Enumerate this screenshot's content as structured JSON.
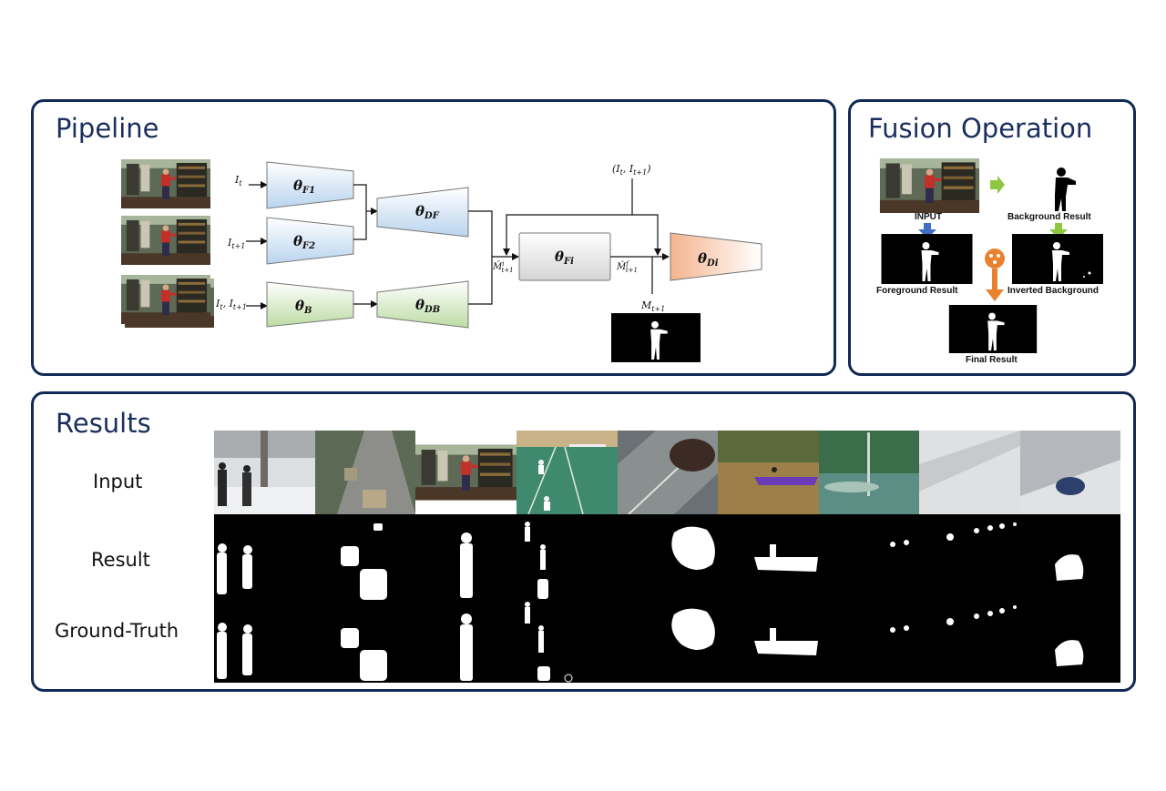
{
  "pipeline": {
    "title": "Pipeline",
    "inputs": {
      "it": "I",
      "it_sub": "t",
      "it1": "I",
      "it1_sub": "t+1",
      "pair": "I",
      "pair_sub1": "t",
      "pair_mid": ", I",
      "pair_sub2": "t+1"
    },
    "blocks": {
      "f1": "θ",
      "f1_sub": "F1",
      "f2": "θ",
      "f2_sub": "F2",
      "b": "θ",
      "b_sub": "B",
      "df": "θ",
      "df_sub": "DF",
      "db": "θ",
      "db_sub": "DB",
      "fi": "θ",
      "fi_sub": "Fi",
      "di": "θ",
      "di_sub": "Di"
    },
    "signals": {
      "top": "(I",
      "top_sub1": "t",
      "top_mid": ", I",
      "top_sub2": "t+1",
      "top_end": ")",
      "m_hat_i": "M̂",
      "m_hat_i_sup": "i",
      "m_hat_i_sub": "t+1",
      "m_hat_f": "M̂",
      "m_hat_f_sup": "f",
      "m_hat_f_sub": "t+1",
      "m_out": "M",
      "m_out_sub": "t+1"
    }
  },
  "fusion": {
    "title": "Fusion Operation",
    "captions": {
      "input": "INPUT",
      "background": "Background Result",
      "foreground": "Foreground Result",
      "inverted": "Inverted Background",
      "final": "Final Result"
    }
  },
  "results": {
    "title": "Results",
    "row_labels": [
      "Input",
      "Result",
      "Ground-Truth"
    ]
  },
  "colors": {
    "panel_border": "#102a55",
    "title": "#1a2f5e",
    "encoder_blue": "#b9d4ee",
    "encoder_green": "#bcdca4",
    "decoder_orange": "#f4b48e",
    "arrow_blue": "#3e6fc4",
    "arrow_green": "#8dc63f",
    "arrow_orange": "#e8822f"
  }
}
